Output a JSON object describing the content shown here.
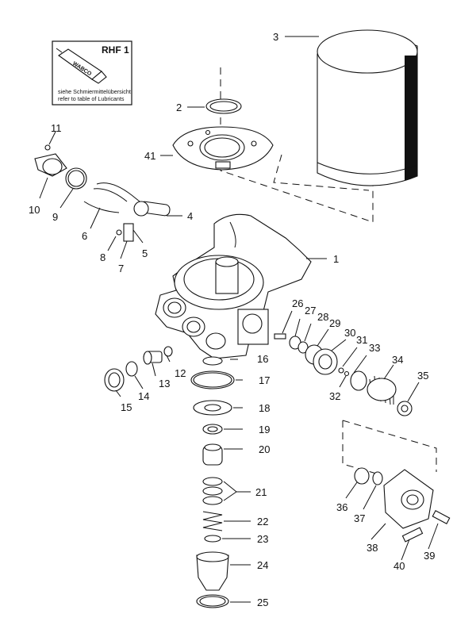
{
  "lubricant_box": {
    "title": "RHF 1",
    "brand": "WABCO",
    "line_de": "siehe Schmiermittelübersicht",
    "line_en": "refer to table of Lubricants"
  },
  "part_labels": {
    "p1": "1",
    "p2": "2",
    "p3": "3",
    "p4": "4",
    "p5": "5",
    "p6": "6",
    "p7": "7",
    "p8": "8",
    "p9": "9",
    "p10": "10",
    "p11": "11",
    "p12": "12",
    "p13": "13",
    "p14": "14",
    "p15": "15",
    "p16": "16",
    "p17": "17",
    "p18": "18",
    "p19": "19",
    "p20": "20",
    "p21": "21",
    "p22": "22",
    "p23": "23",
    "p24": "24",
    "p25": "25",
    "p26": "26",
    "p27": "27",
    "p28": "28",
    "p29": "29",
    "p30": "30",
    "p31": "31",
    "p32": "32",
    "p33": "33",
    "p34": "34",
    "p35": "35",
    "p36": "36",
    "p37": "37",
    "p38": "38",
    "p39": "39",
    "p40": "40",
    "p41": "41"
  }
}
